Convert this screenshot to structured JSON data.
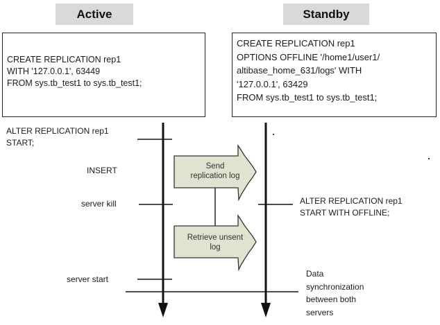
{
  "active": {
    "header": "Active",
    "sql_lines": [
      "CREATE REPLICATION rep1",
      "WITH '127.0.0.1', 63449",
      "FROM sys.tb_test1 to sys.tb_test1;"
    ],
    "events": [
      {
        "lines": [
          "ALTER REPLICATION rep1",
          "START;"
        ]
      },
      {
        "lines": [
          "INSERT"
        ]
      },
      {
        "lines": [
          "server kill"
        ]
      },
      {
        "lines": [
          "server start"
        ]
      }
    ]
  },
  "standby": {
    "header": "Standby",
    "sql_lines": [
      "CREATE REPLICATION rep1",
      "OPTIONS OFFLINE '/home1/user1/",
      "altibase_home_631/logs' WITH",
      "'127.0.0.1', 63429",
      "FROM sys.tb_test1 to sys.tb_test1;"
    ],
    "events": [
      {
        "lines": [
          "ALTER REPLICATION rep1",
          "START WITH OFFLINE;"
        ]
      }
    ]
  },
  "arrows": [
    {
      "lines": [
        "Send",
        "replication log"
      ]
    },
    {
      "lines": [
        "Retrieve unsent",
        "log"
      ]
    }
  ],
  "sync_note": {
    "lines": [
      "Data",
      "synchronization",
      "between both",
      "servers"
    ]
  },
  "colors": {
    "arrow_fill": "#dfe3cf",
    "header_fill": "#d9d9d9",
    "line": "#111111"
  }
}
